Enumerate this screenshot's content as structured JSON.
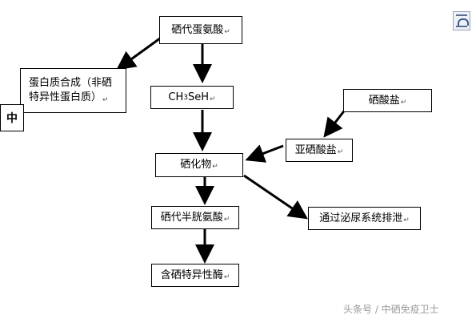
{
  "nodes": {
    "seleno_methionine": "硒代蛋氨酸",
    "protein_synthesis_line1": "蛋白质合成（非硒",
    "protein_synthesis_line2": "特异性蛋白质）",
    "ch3seh_main": "CH",
    "ch3seh_sub": "3",
    "ch3seh_tail": "SeH",
    "selenate": "硒酸盐",
    "selenite": "亚硒酸盐",
    "selenide": "硒化物",
    "urine_excretion": "通过泌尿系统排泄",
    "seleno_cysteine": "硒代半胱氨酸",
    "selenoenzyme": "含硒特异性酶"
  },
  "paragraph_mark": "↵",
  "side_tag": "中",
  "watermark": "头条号 / 中硒免疫卫士"
}
